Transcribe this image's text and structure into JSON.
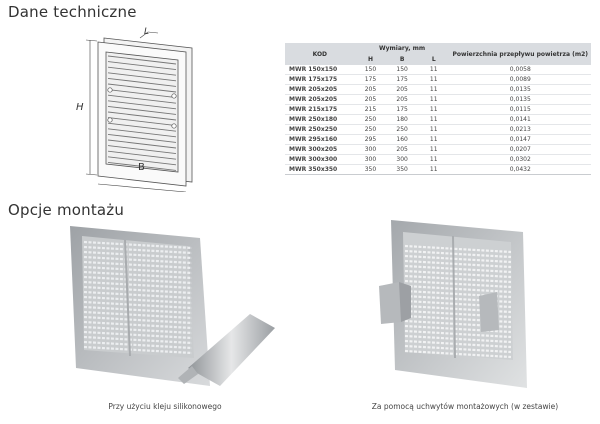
{
  "headings": {
    "technical": "Dane techniczne",
    "mounting": "Opcje montażu"
  },
  "drawing": {
    "label_h": "H",
    "label_b": "B",
    "label_l": "L"
  },
  "table": {
    "header_kod": "KOD",
    "header_dims": "Wymiary, mm",
    "header_h": "H",
    "header_b": "B",
    "header_l": "L",
    "header_area": "Powierzchnia przepływu powietrza (m2)",
    "rows": [
      {
        "kod": "MWR 150x150",
        "h": "150",
        "b": "150",
        "l": "11",
        "area": "0,0058"
      },
      {
        "kod": "MWR 175x175",
        "h": "175",
        "b": "175",
        "l": "11",
        "area": "0,0089"
      },
      {
        "kod": "MWR 205x205",
        "h": "205",
        "b": "205",
        "l": "11",
        "area": "0,0135"
      },
      {
        "kod": "MWR 205x205",
        "h": "205",
        "b": "205",
        "l": "11",
        "area": "0,0135"
      },
      {
        "kod": "MWR 215x175",
        "h": "215",
        "b": "175",
        "l": "11",
        "area": "0,0115"
      },
      {
        "kod": "MWR 250x180",
        "h": "250",
        "b": "180",
        "l": "11",
        "area": "0,0141"
      },
      {
        "kod": "MWR 250x250",
        "h": "250",
        "b": "250",
        "l": "11",
        "area": "0,0213"
      },
      {
        "kod": "MWR 295x160",
        "h": "295",
        "b": "160",
        "l": "11",
        "area": "0,0147"
      },
      {
        "kod": "MWR 300x205",
        "h": "300",
        "b": "205",
        "l": "11",
        "area": "0,0207"
      },
      {
        "kod": "MWR 300x300",
        "h": "300",
        "b": "300",
        "l": "11",
        "area": "0,0302"
      },
      {
        "kod": "MWR 350x350",
        "h": "350",
        "b": "350",
        "l": "11",
        "area": "0,0432"
      }
    ]
  },
  "captions": {
    "left": "Przy użyciu kleju silikonowego",
    "right": "Za pomocą uchwytów montażowych (w zestawie)"
  }
}
